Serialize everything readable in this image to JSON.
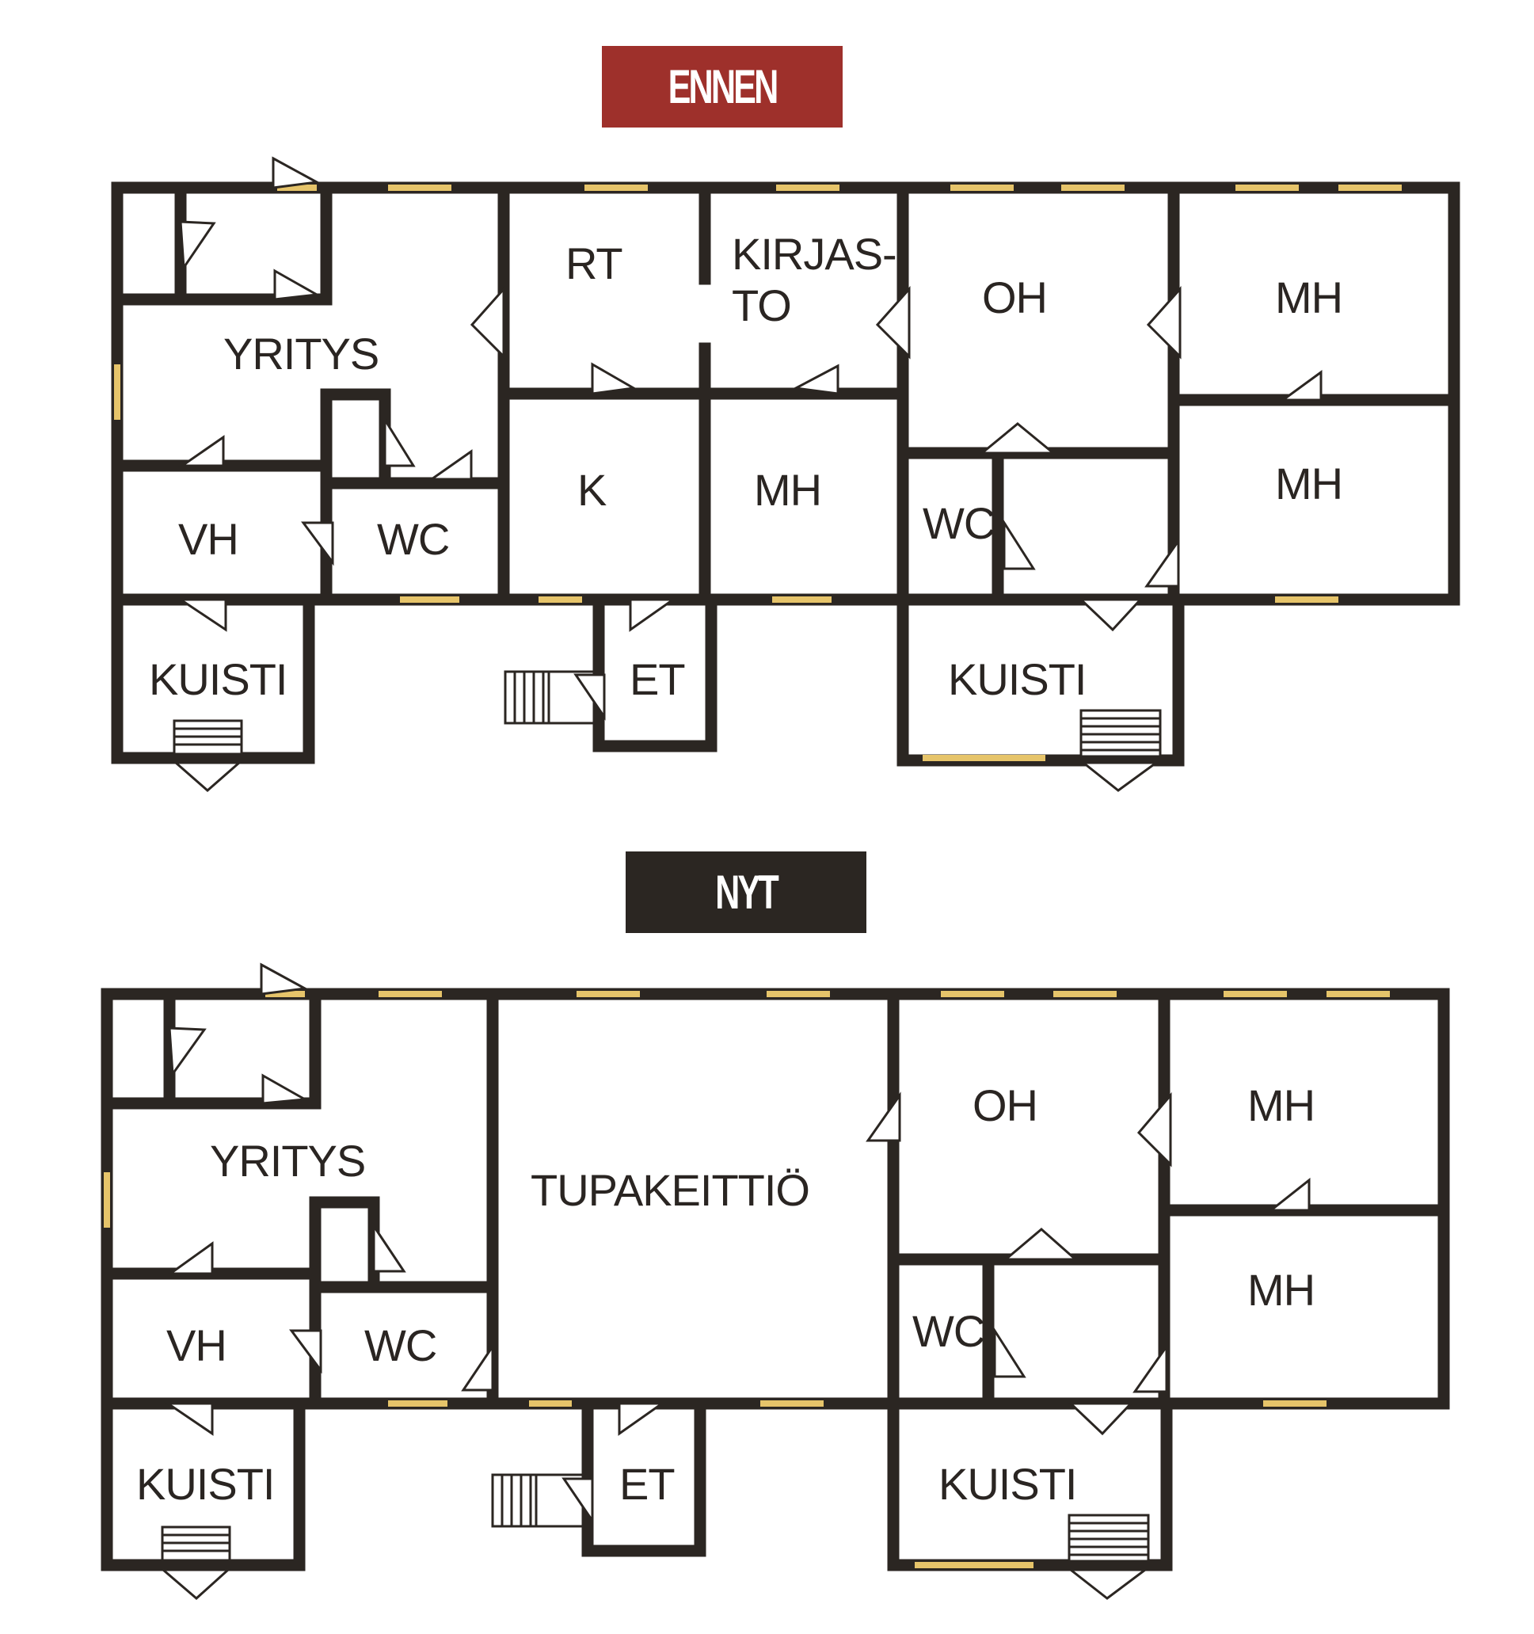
{
  "colors": {
    "wall": "#2b2622",
    "window": "#e6c46a",
    "door": "#2b2622",
    "before_badge": "#9e302b",
    "now_badge": "#2b2622"
  },
  "plans": {
    "before": {
      "title": "ENNEN",
      "rooms": {
        "yritys": "YRITYS",
        "vh": "VH",
        "wc_left": "WC",
        "kuisti_left": "KUISTI",
        "rt": "RT",
        "kirjasto_line1": "KIRJAS-",
        "kirjasto_line2": "TO",
        "k": "K",
        "mh_center": "MH",
        "et": "ET",
        "oh": "OH",
        "wc_right": "WC",
        "kuisti_right": "KUISTI",
        "mh_top_right": "MH",
        "mh_bottom_right": "MH"
      }
    },
    "now": {
      "title": "NYT",
      "rooms": {
        "yritys": "YRITYS",
        "vh": "VH",
        "wc_left": "WC",
        "kuisti_left": "KUISTI",
        "tupakeittio": "TUPAKEITTIÖ",
        "et": "ET",
        "oh": "OH",
        "wc_right": "WC",
        "kuisti_right": "KUISTI",
        "mh_top_right": "MH",
        "mh_bottom_right": "MH"
      }
    }
  }
}
